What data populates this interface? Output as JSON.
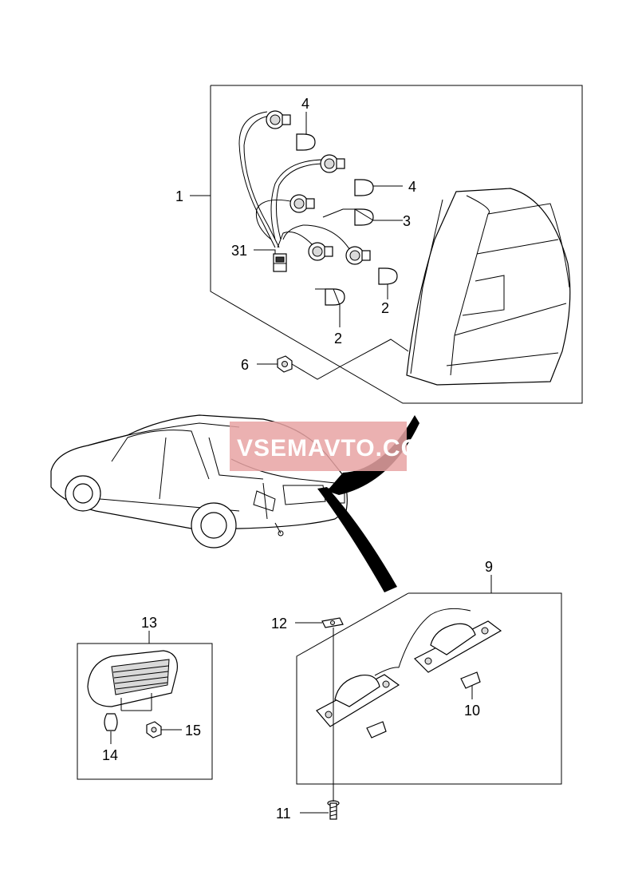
{
  "callouts": {
    "c1": "1",
    "c2a": "2",
    "c2b": "2",
    "c3": "3",
    "c4a": "4",
    "c4b": "4",
    "c6": "6",
    "c9": "9",
    "c10": "10",
    "c11": "11",
    "c12": "12",
    "c13": "13",
    "c14": "14",
    "c15": "15",
    "c31": "31"
  },
  "watermark": {
    "text": "VSEMAVTO.COM",
    "background": "#e8a3a3"
  },
  "colors": {
    "line": "#000000",
    "background": "#ffffff"
  }
}
